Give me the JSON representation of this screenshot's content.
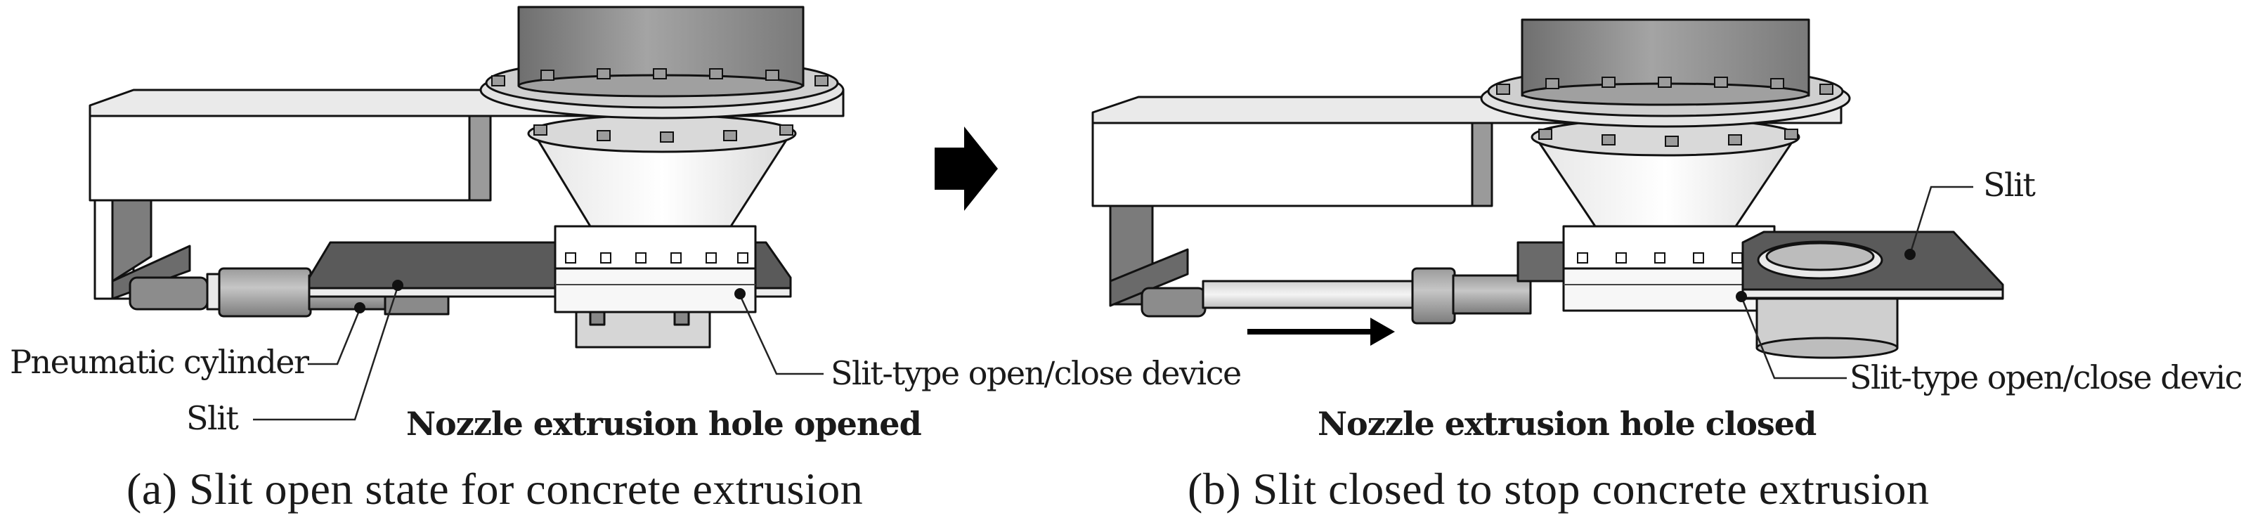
{
  "panel_a": {
    "label_cylinder": "Pneumatic cylinder",
    "label_slit": "Slit",
    "label_device": "Slit-type open/close device",
    "state": "Nozzle extrusion hole opened",
    "caption": "(a) Slit open state for concrete extrusion"
  },
  "panel_b": {
    "label_slit": "Slit",
    "label_device": "Slit-type open/close device",
    "state": "Nozzle extrusion hole closed",
    "caption": "(b) Slit closed to stop concrete extrusion"
  },
  "colors": {
    "cone": "#f2f2f2",
    "column": "#8f8f8f",
    "plate": "#555555",
    "outline": "#111111"
  }
}
